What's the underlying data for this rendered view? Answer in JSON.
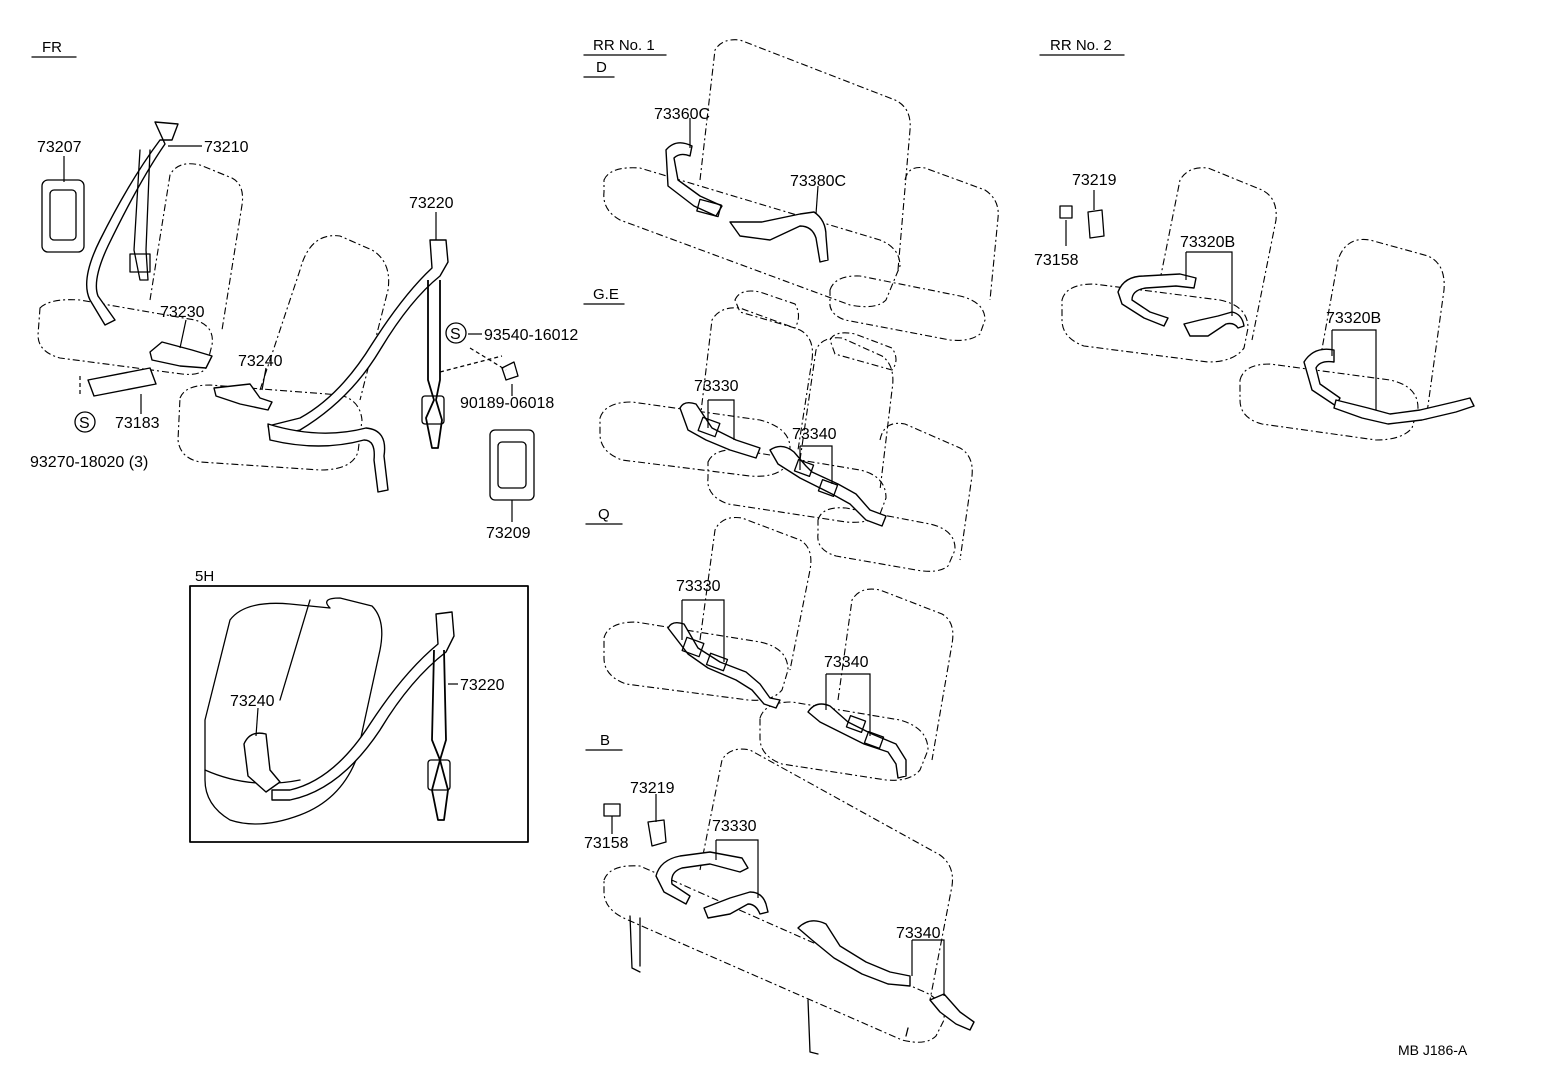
{
  "sections": {
    "fr": "FR",
    "rr1": "RR No. 1",
    "d": "D",
    "ge": "G.E",
    "q": "Q",
    "b": "B",
    "rr2": "RR No. 2",
    "h5": "5H"
  },
  "parts": {
    "p73207": "73207",
    "p73210": "73210",
    "p73230": "73230",
    "p73240": "73240",
    "p73183": "73183",
    "s_left": "S",
    "p93270": "93270-18020 (3)",
    "p73220": "73220",
    "s_right": "S",
    "p93540": "93540-16012",
    "p90189": "90189-06018",
    "p73209": "73209",
    "h5_73240": "73240",
    "h5_73220": "73220",
    "d_73360c": "73360C",
    "d_73380c": "73380C",
    "ge_73330": "73330",
    "ge_73340": "73340",
    "q_73330": "73330",
    "q_73340": "73340",
    "b_73219": "73219",
    "b_73158": "73158",
    "b_73330": "73330",
    "b_73340": "73340",
    "rr2_73219": "73219",
    "rr2_73158": "73158",
    "rr2_73320b_a": "73320B",
    "rr2_73320b_b": "73320B"
  },
  "footer": {
    "code": "MB J186-A"
  }
}
